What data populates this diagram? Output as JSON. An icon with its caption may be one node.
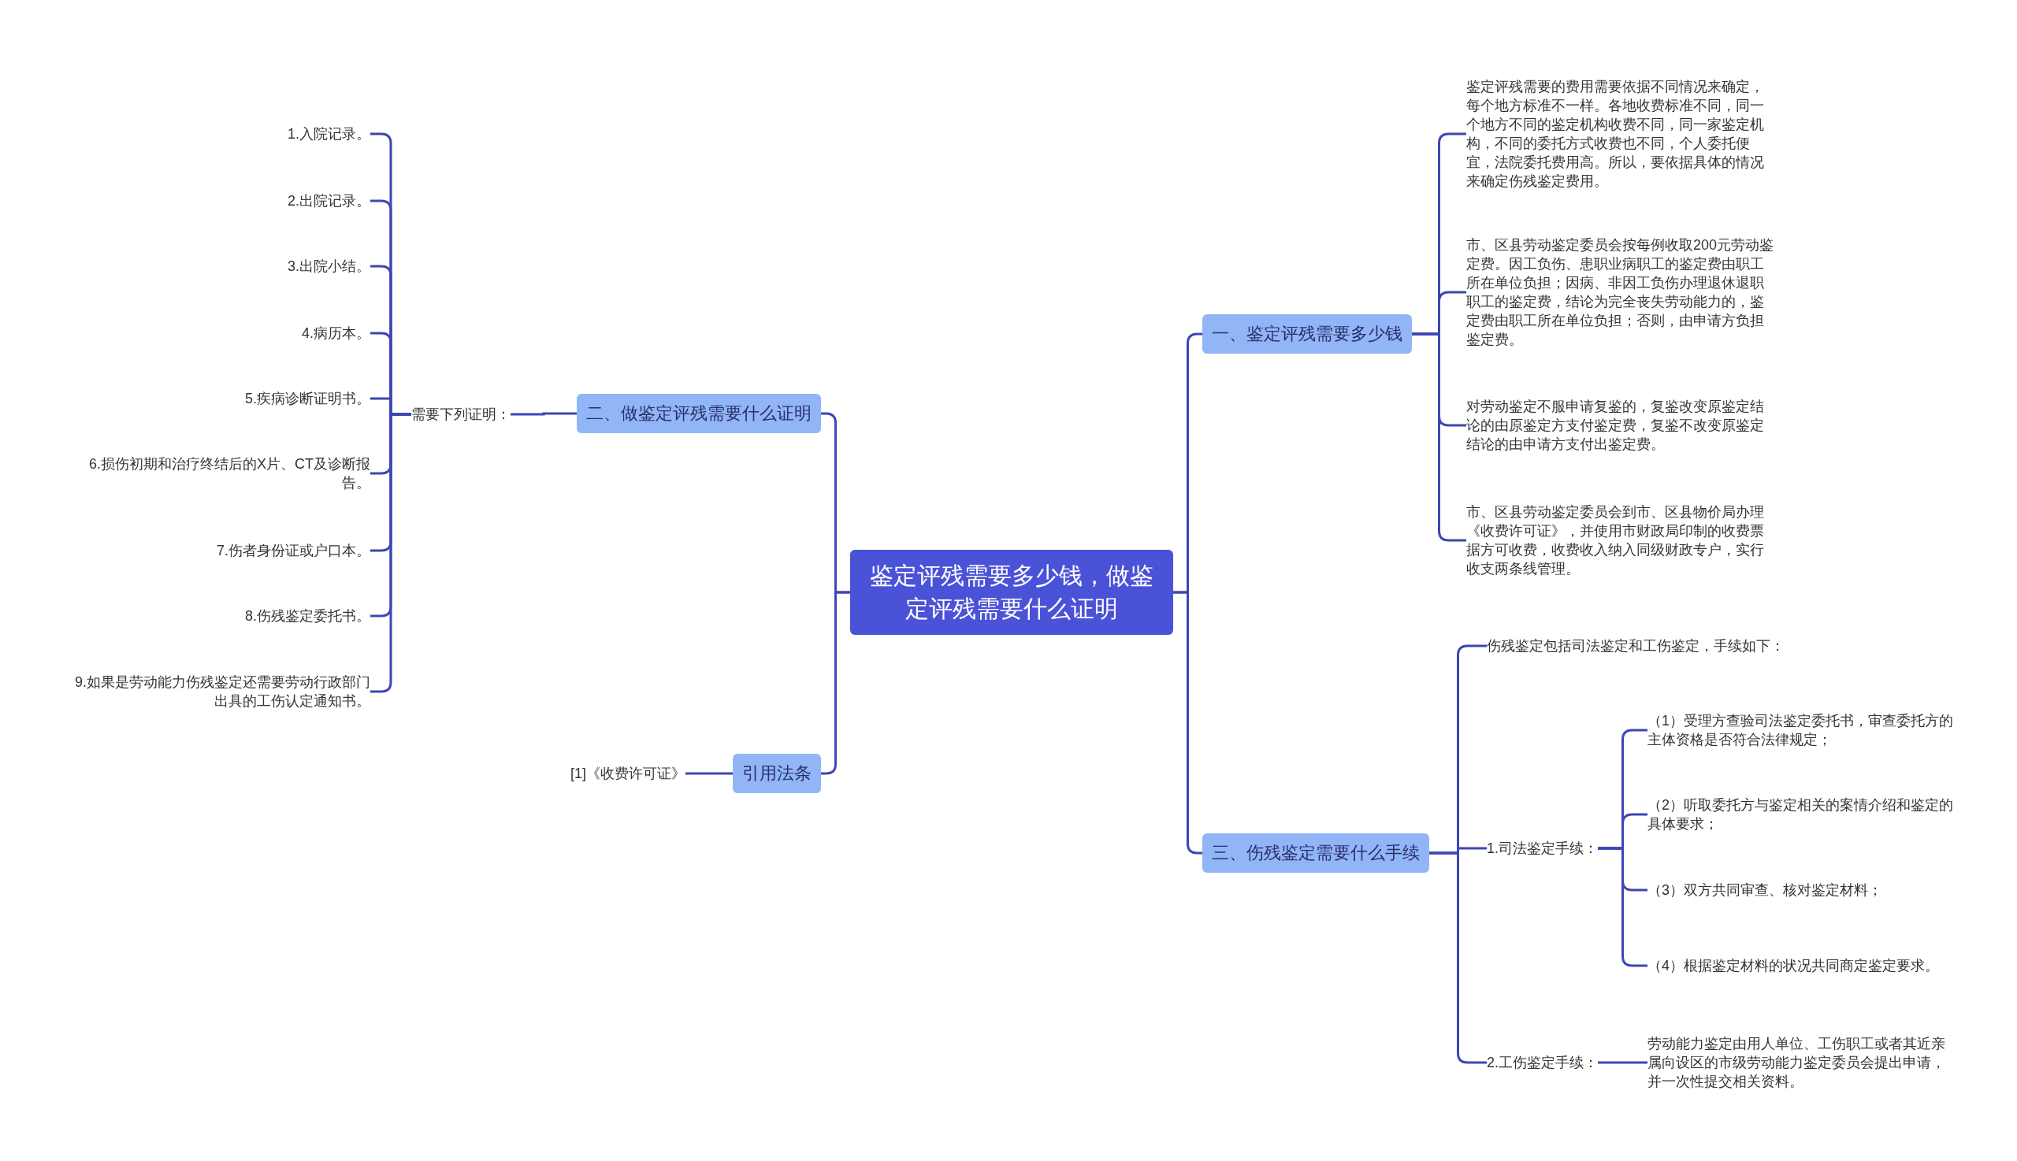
{
  "diagram": {
    "nodes": [
      {
        "text": [
          "鉴定评残需要多少钱，做鉴定评残需要什么证明"
        ]
      },
      {
        "text": [
          "一、鉴定评残需要多少钱"
        ]
      },
      {
        "text": [
          "鉴定评残需要的费用需要依据不同情况来确定，每个地方标准不一样。各地收费标准不同，同一个地方不同的鉴定机构收费不同，同一家鉴定机构，不同的委托方式收费也不同，个人委托便宜，法院委托费用高。所以，要依据具体的情况来确定伤残鉴定费用。"
        ]
      },
      {
        "text": [
          "市、区县劳动鉴定委员会按每例收取200元劳动鉴定费。因工负伤、患职业病职工的鉴定费由职工所在单位负担；因病、非因工负伤办理退休退职职工的鉴定费，结论为完全丧失劳动能力的，鉴定费由职工所在单位负担；否则，由申请方负担鉴定费。"
        ]
      },
      {
        "text": [
          "对劳动鉴定不服申请复鉴的，复鉴改变原鉴定结论的由原鉴定方支付鉴定费，复鉴不改变原鉴定结论的由申请方支付出鉴定费。"
        ]
      },
      {
        "text": [
          "市、区县劳动鉴定委员会到市、区县物价局办理《收费许可证》，并使用市财政局印制的收费票据方可收费，收费收入纳入同级财政专户，实行收支两条线管理。"
        ]
      },
      {
        "text": [
          "三、伤残鉴定需要什么手续"
        ]
      },
      {
        "text": [
          "伤残鉴定包括司法鉴定和工伤鉴定，手续如下："
        ]
      },
      {
        "text": [
          "1.司法鉴定手续："
        ]
      },
      {
        "text": [
          "（1）受理方查验司法鉴定委托书，审查委托方的主体资格是否符合法律规定；"
        ]
      },
      {
        "text": [
          "（2）听取委托方与鉴定相关的案情介绍和鉴定的具体要求；"
        ]
      },
      {
        "text": [
          "（3）双方共同审查、核对鉴定材料；"
        ]
      },
      {
        "text": [
          "（4）根据鉴定材料的状况共同商定鉴定要求。"
        ]
      },
      {
        "text": [
          "2.工伤鉴定手续："
        ]
      },
      {
        "text": [
          "劳动能力鉴定由用人单位、工伤职工或者其近亲属向设区的市级劳动能力鉴定委员会提出申请，并一次性提交相关资料。"
        ]
      },
      {
        "text": [
          "二、做鉴定评残需要什么证明"
        ]
      },
      {
        "text": [
          "需要下列证明："
        ]
      },
      {
        "text": [
          "1.入院记录。"
        ]
      },
      {
        "text": [
          "2.出院记录。"
        ]
      },
      {
        "text": [
          "3.出院小结。"
        ]
      },
      {
        "text": [
          "4.病历本。"
        ]
      },
      {
        "text": [
          "5.疾病诊断证明书。"
        ]
      },
      {
        "text": [
          "6.损伤初期和治疗终结后的X片、CT及诊断报告。"
        ]
      },
      {
        "text": [
          "7.伤者身份证或户口本。"
        ]
      },
      {
        "text": [
          "8.伤残鉴定委托书。"
        ]
      },
      {
        "text": [
          "9.如果是劳动能力伤残鉴定还需要劳动行政部门出具的工伤认定通知书。"
        ]
      },
      {
        "text": [
          "引用法条"
        ]
      },
      {
        "text": [
          "[1]《收费许可证》"
        ]
      }
    ],
    "edges": [
      {
        "from": 0,
        "to": 1,
        "arrow": "none"
      },
      {
        "from": 1,
        "to": 2,
        "arrow": "none"
      },
      {
        "from": 1,
        "to": 3,
        "arrow": "none"
      },
      {
        "from": 1,
        "to": 4,
        "arrow": "none"
      },
      {
        "from": 1,
        "to": 5,
        "arrow": "none"
      },
      {
        "from": 0,
        "to": 6,
        "arrow": "none"
      },
      {
        "from": 6,
        "to": 7,
        "arrow": "none"
      },
      {
        "from": 6,
        "to": 8,
        "arrow": "none"
      },
      {
        "from": 8,
        "to": 9,
        "arrow": "none"
      },
      {
        "from": 8,
        "to": 10,
        "arrow": "none"
      },
      {
        "from": 8,
        "to": 11,
        "arrow": "none"
      },
      {
        "from": 8,
        "to": 12,
        "arrow": "none"
      },
      {
        "from": 6,
        "to": 13,
        "arrow": "none"
      },
      {
        "from": 13,
        "to": 14,
        "arrow": "none"
      },
      {
        "from": 0,
        "to": 15,
        "arrow": "none"
      },
      {
        "from": 15,
        "to": 16,
        "arrow": "none"
      },
      {
        "from": 16,
        "to": 17,
        "arrow": "none"
      },
      {
        "from": 16,
        "to": 18,
        "arrow": "none"
      },
      {
        "from": 16,
        "to": 19,
        "arrow": "none"
      },
      {
        "from": 16,
        "to": 20,
        "arrow": "none"
      },
      {
        "from": 16,
        "to": 21,
        "arrow": "none"
      },
      {
        "from": 16,
        "to": 22,
        "arrow": "none"
      },
      {
        "from": 16,
        "to": 23,
        "arrow": "none"
      },
      {
        "from": 16,
        "to": 24,
        "arrow": "none"
      },
      {
        "from": 16,
        "to": 25,
        "arrow": "none"
      },
      {
        "from": 0,
        "to": 26,
        "arrow": "none"
      },
      {
        "from": 26,
        "to": 27,
        "arrow": "none"
      }
    ]
  }
}
